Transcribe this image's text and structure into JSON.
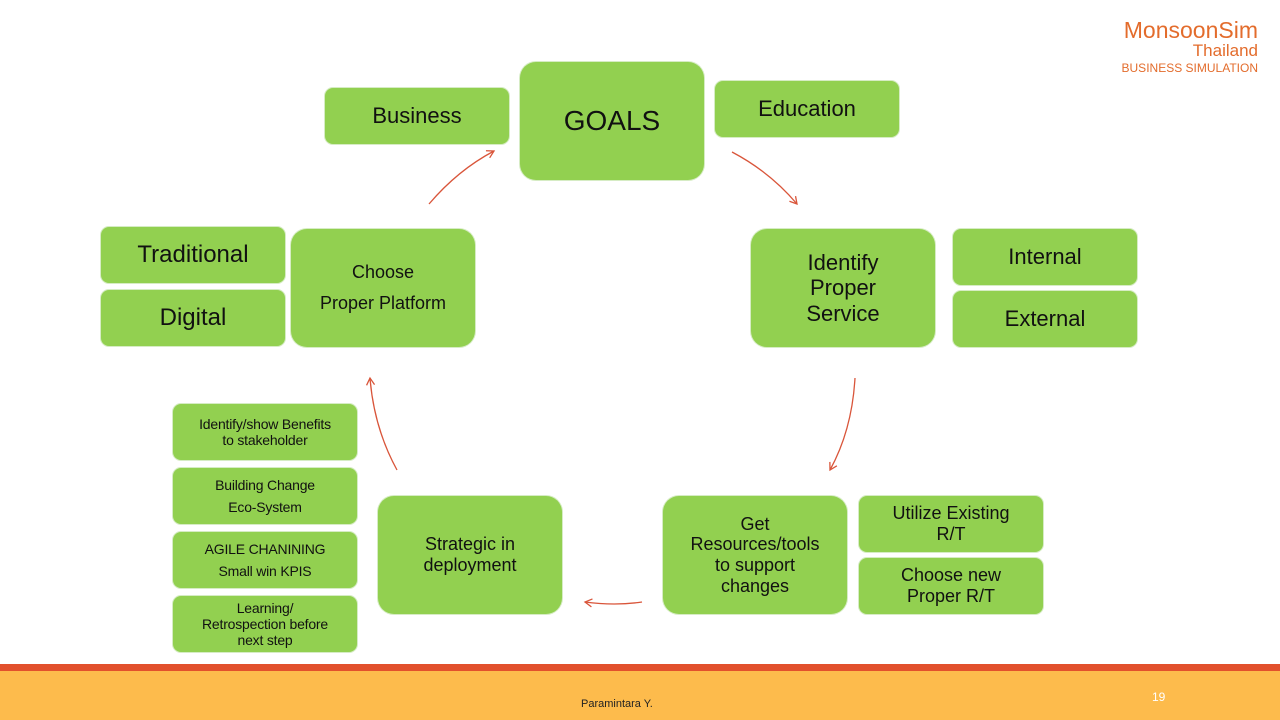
{
  "logo": {
    "line1": "MonsoonSim",
    "line2": "Thailand",
    "line3": "BUSINESS SIMULATION"
  },
  "colors": {
    "box": "#92d050",
    "arrow": "#d9553a",
    "accent": "#e36c2c",
    "footer_band": "#fdbb4c",
    "footer_line": "#e2502c"
  },
  "nodes": {
    "goals": "GOALS",
    "business": "Business",
    "education": "Education",
    "identify_service": "Identify\nProper\nService",
    "internal": "Internal",
    "external": "External",
    "get_resources": "Get\nResources/tools\nto support\nchanges",
    "utilize_existing": "Utilize Existing\nR/T",
    "choose_new": "Choose new\nProper R/T",
    "strategic": "Strategic in\ndeployment",
    "benefits": "Identify/show Benefits\nto stakeholder",
    "building_change": "Building Change\nEco-System",
    "agile": "AGILE CHANINING\nSmall win KPIS",
    "learning": "Learning/\nRetrospection before\nnext step",
    "choose_platform": "Choose\nProper Platform",
    "traditional": "Traditional",
    "digital": "Digital"
  },
  "footer": {
    "author": "Paramintara Y.",
    "page": "19"
  }
}
